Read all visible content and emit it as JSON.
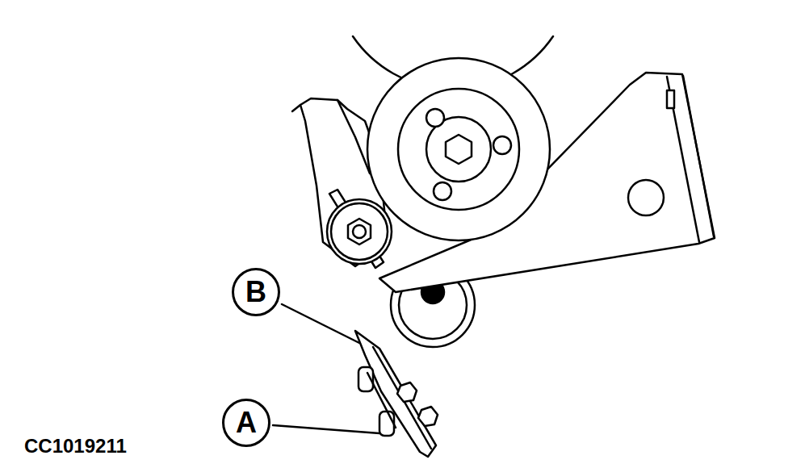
{
  "diagram": {
    "nodes": [
      {
        "text": [
          "B"
        ]
      },
      {
        "text": [
          "A"
        ]
      }
    ],
    "labels": [
      "CC1019211"
    ]
  }
}
